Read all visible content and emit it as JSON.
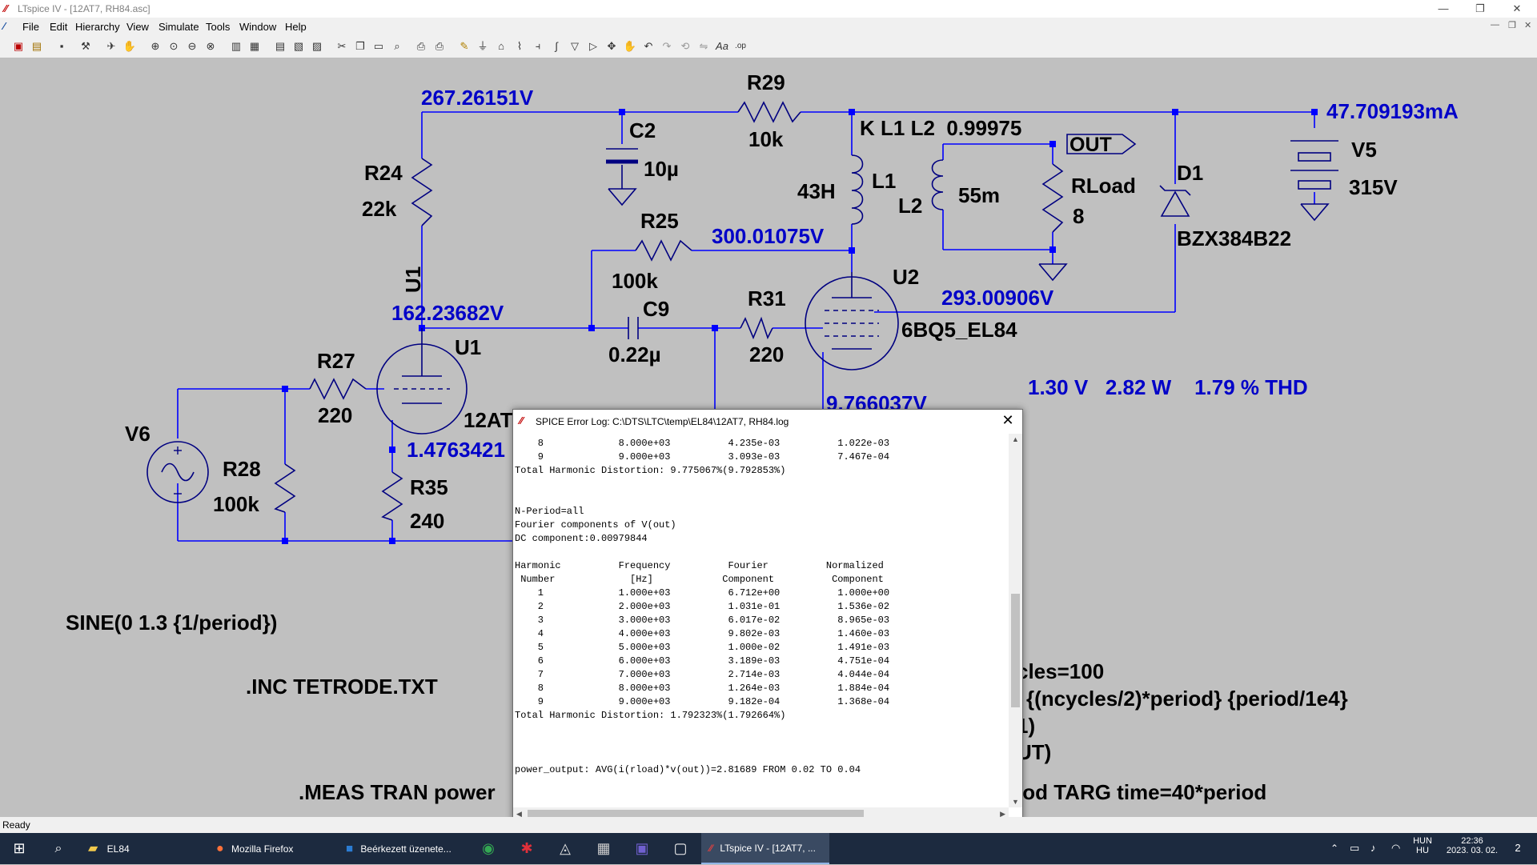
{
  "window": {
    "title": "LTspice IV - [12AT7, RH84.asc]",
    "min_label": "—",
    "max_label": "❐",
    "close_label": "✕"
  },
  "menu": {
    "items": [
      {
        "label": "File"
      },
      {
        "label": "Edit"
      },
      {
        "label": "Hierarchy"
      },
      {
        "label": "View"
      },
      {
        "label": "Simulate"
      },
      {
        "label": "Tools"
      },
      {
        "label": "Window"
      },
      {
        "label": "Help"
      }
    ]
  },
  "schematic": {
    "node_voltages": {
      "top_left": "267.26151V",
      "supply_current": "47.709193mA",
      "plate_u2": "300.01075V",
      "plate_u1": "162.23682V",
      "screen_u2": "293.00906V",
      "cathode_u1": "1.4763421",
      "cathode_u2": "9.766037V"
    },
    "components": {
      "r29": {
        "name": "R29",
        "value": "10k"
      },
      "c2": {
        "name": "C2",
        "value": "10µ"
      },
      "r24": {
        "name": "R24",
        "value": "22k"
      },
      "kl": "K L1 L2  0.99975",
      "out": "OUT",
      "l1": {
        "name": "L1",
        "value": "43H"
      },
      "l2": {
        "name": "L2",
        "value": "55m"
      },
      "rload": {
        "name": "RLoad",
        "value": "8"
      },
      "d1": {
        "name": "D1",
        "value": "BZX384B22"
      },
      "v5": {
        "name": "V5",
        "value": "315V"
      },
      "r25": {
        "name": "R25",
        "value": "100k"
      },
      "u1_label": "U1",
      "u1_rot": "U1",
      "u1_model": "12AT",
      "u2": {
        "name": "U2",
        "value": "6BQ5_EL84"
      },
      "c9": {
        "name": "C9",
        "value": "0.22µ"
      },
      "r31": {
        "name": "R31",
        "value": "220"
      },
      "r27": {
        "name": "R27",
        "value": "220"
      },
      "v6": {
        "name": "V6"
      },
      "r28": {
        "name": "R28",
        "value": "100k"
      },
      "r35": {
        "name": "R35",
        "value": "240"
      }
    },
    "result_line": "1.30 V   2.82 W    1.79 % THD",
    "directives": {
      "sine": "SINE(0 1.3 {1/period})",
      "inc": ".INC TETRODE.TXT",
      "meas": ".MEAS TRAN power",
      "ncycles": "cles=100",
      "tran": "{(ncycles/2)*period} {period/1e4}",
      "p1": "1)",
      "ut": "UT)",
      "targ": "iod TARG time=40*period"
    }
  },
  "error_log": {
    "title": "SPICE Error Log: C:\\DTS\\LTC\\temp\\EL84\\12AT7, RH84.log",
    "close_label": "✕",
    "lines": [
      "    8             8.000e+03          4.235e-03          1.022e-03",
      "    9             9.000e+03          3.093e-03          7.467e-04",
      "Total Harmonic Distortion: 9.775067%(9.792853%)",
      "",
      "",
      "N-Period=all",
      "Fourier components of V(out)",
      "DC component:0.00979844",
      "",
      "Harmonic          Frequency          Fourier          Normalized",
      " Number             [Hz]            Component          Component",
      "    1             1.000e+03          6.712e+00          1.000e+00",
      "    2             2.000e+03          1.031e-01          1.536e-02",
      "    3             3.000e+03          6.017e-02          8.965e-03",
      "    4             4.000e+03          9.802e-03          1.460e-03",
      "    5             5.000e+03          1.000e-02          1.491e-03",
      "    6             6.000e+03          3.189e-03          4.751e-04",
      "    7             7.000e+03          2.714e-03          4.044e-04",
      "    8             8.000e+03          1.264e-03          1.884e-04",
      "    9             9.000e+03          9.182e-04          1.368e-04",
      "Total Harmonic Distortion: 1.792323%(1.792664%)",
      "",
      "",
      "",
      "power_output: AVG(i(rload)*v(out))=2.81689 FROM 0.02 TO 0.04"
    ]
  },
  "status": {
    "text": "Ready"
  },
  "taskbar": {
    "items": [
      {
        "label": "EL84"
      },
      {
        "label": "Mozilla Firefox"
      },
      {
        "label": "Beérkezett üzenete..."
      },
      {
        "label": "LTspice IV - [12AT7, ..."
      }
    ],
    "lang_top": "HUN",
    "lang_bottom": "HU",
    "time": "22:36",
    "date": "2023. 03. 02.",
    "notif_count": "2"
  },
  "colors": {
    "wire": "#0000ff",
    "label_blue": "#0000c8",
    "component": "#000080",
    "text": "#000000"
  }
}
